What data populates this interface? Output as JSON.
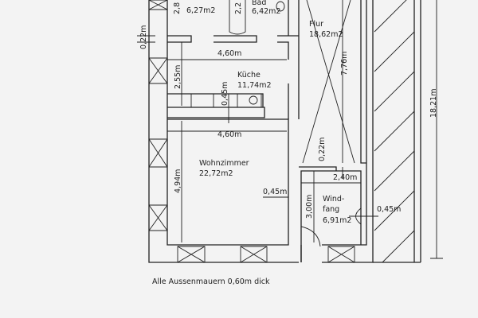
{
  "rooms": {
    "room_top_left_area": "6,27m2",
    "bath_name": "Bad",
    "bath_area": "6,42m2",
    "hall_name": "Flur",
    "hall_area": "18,62m2",
    "kitchen_name": "Küche",
    "kitchen_area": "11,74m2",
    "living_name": "Wohnzimmer",
    "living_area": "22,72m2",
    "vestibule_name_1": "Wind-",
    "vestibule_name_2": "fang",
    "vestibule_area": "6,91m2"
  },
  "dimensions": {
    "top_left_height": "2,8",
    "bath_height": "2,2",
    "wall_left": "0,22m",
    "kitchen_width": "4,60m",
    "kitchen_depth": "2,55m",
    "counter_depth": "0,45m",
    "hall_length": "7,76m",
    "living_width": "4,60m",
    "living_depth": "4,94m",
    "living_wall": "0,45m",
    "vestibule_wall_top": "0,22m",
    "vestibule_width": "2,40m",
    "vestibule_depth": "3,00m",
    "vestibule_wall_right": "0,45m",
    "total_length": "18,21m"
  },
  "note": "Alle Aussenmauern 0,60m dick"
}
